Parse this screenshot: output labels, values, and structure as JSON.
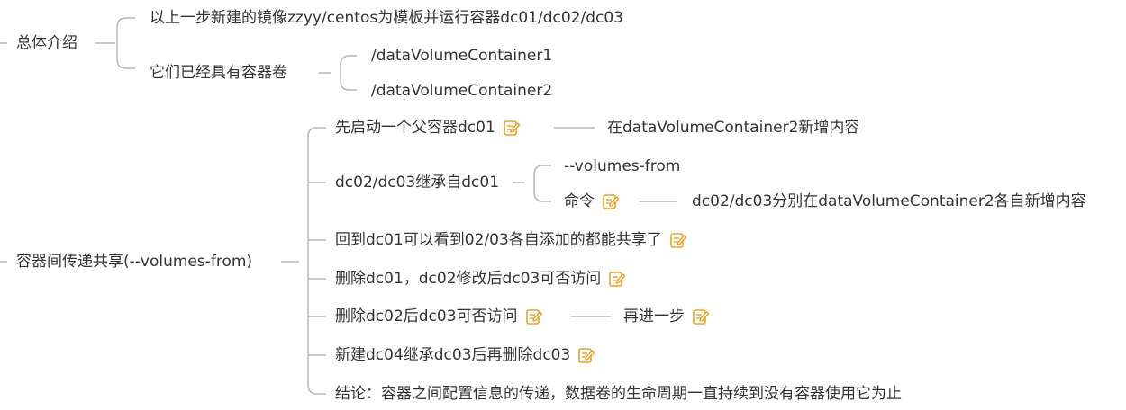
{
  "mindmap": {
    "branches": [
      {
        "label": "总体介绍",
        "children": [
          {
            "label": "以上一步新建的镜像zzyy/centos为模板并运行容器dc01/dc02/dc03"
          },
          {
            "label": "它们已经具有容器卷",
            "children": [
              {
                "label": "/dataVolumeContainer1"
              },
              {
                "label": "/dataVolumeContainer2"
              }
            ]
          }
        ]
      },
      {
        "label": "容器间传递共享(--volumes-from)",
        "children": [
          {
            "label": "先启动一个父容器dc01",
            "note_icon": "edit-note-icon",
            "children": [
              {
                "label": "在dataVolumeContainer2新增内容"
              }
            ]
          },
          {
            "label": "dc02/dc03继承自dc01",
            "children": [
              {
                "label": "--volumes-from"
              },
              {
                "label": "命令",
                "note_icon": "edit-note-icon",
                "children": [
                  {
                    "label": "dc02/dc03分别在dataVolumeContainer2各自新增内容"
                  }
                ]
              }
            ]
          },
          {
            "label": "回到dc01可以看到02/03各自添加的都能共享了",
            "note_icon": "edit-note-icon"
          },
          {
            "label": "删除dc01，dc02修改后dc03可否访问",
            "note_icon": "edit-note-icon"
          },
          {
            "label": "删除dc02后dc03可否访问",
            "note_icon": "edit-note-icon",
            "children": [
              {
                "label": "再进一步",
                "note_icon": "edit-note-icon"
              }
            ]
          },
          {
            "label": "新建dc04继承dc03后再删除dc03",
            "note_icon": "edit-note-icon"
          },
          {
            "label": "结论：容器之间配置信息的传递，数据卷的生命周期一直持续到没有容器使用它为止"
          }
        ]
      }
    ],
    "colors": {
      "line": "#b7b7b7",
      "text": "#333333",
      "note_icon": "#f0a020"
    }
  }
}
